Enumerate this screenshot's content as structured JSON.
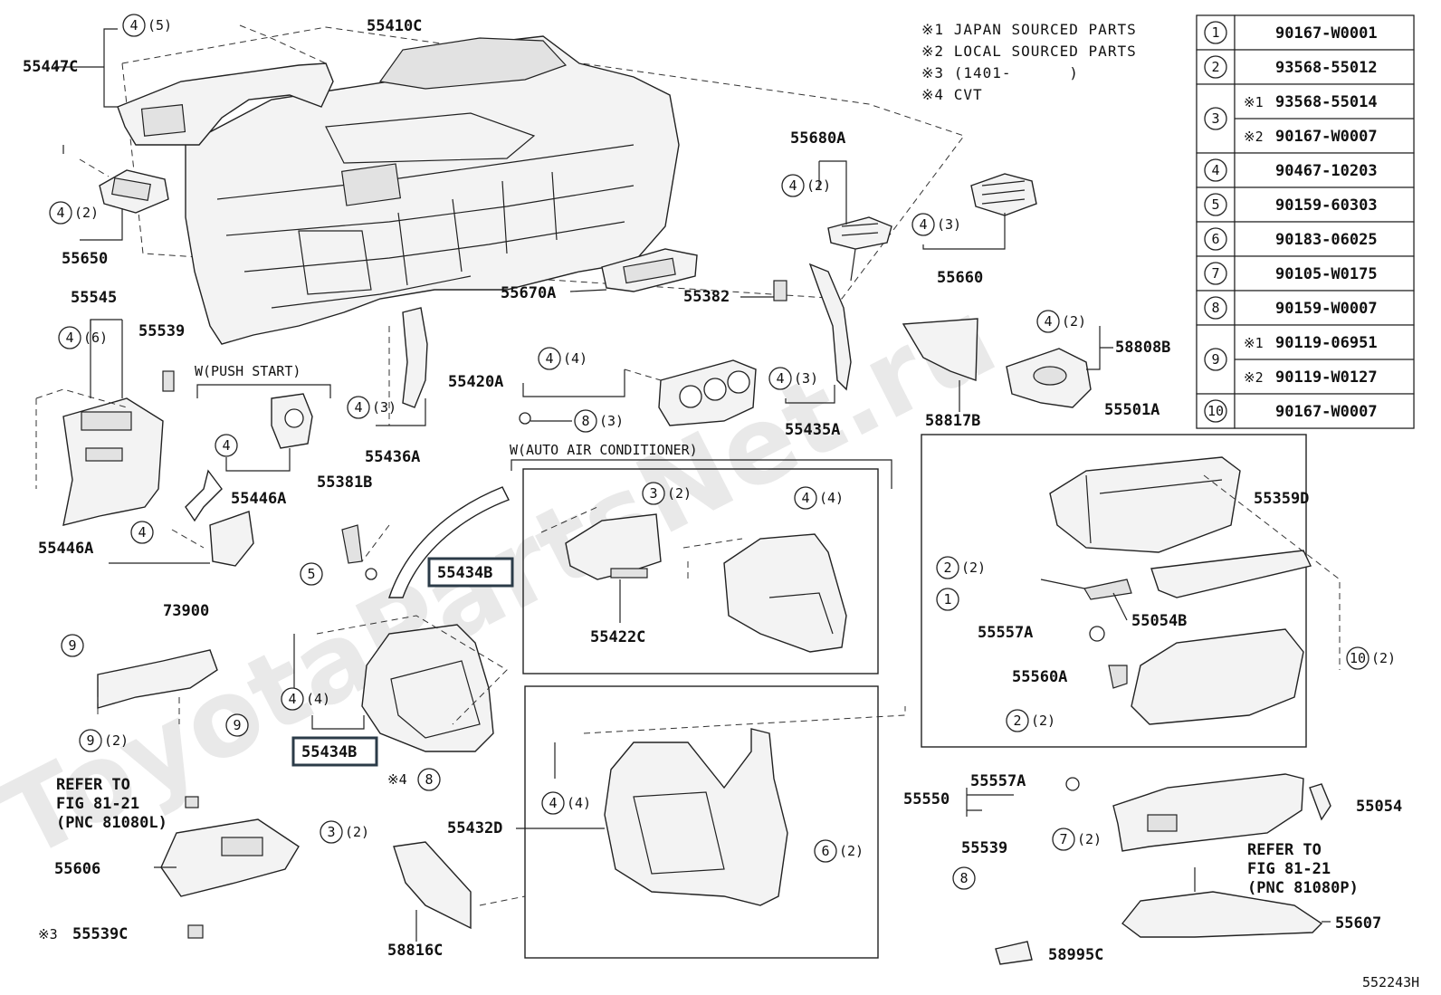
{
  "watermark": "ToyotaPartsNet.ru",
  "notes": [
    {
      "mark": "※1",
      "text": "JAPAN  SOURCED  PARTS"
    },
    {
      "mark": "※2",
      "text": "LOCAL  SOURCED  PARTS"
    },
    {
      "mark": "※3",
      "text": "(1401-      )"
    },
    {
      "mark": "※4",
      "text": "CVT"
    }
  ],
  "table": [
    {
      "num": "1",
      "rows": [
        {
          "mark": "",
          "part": "90167-W0001"
        }
      ]
    },
    {
      "num": "2",
      "rows": [
        {
          "mark": "",
          "part": "93568-55012"
        }
      ]
    },
    {
      "num": "3",
      "rows": [
        {
          "mark": "※1",
          "part": "93568-55014"
        },
        {
          "mark": "※2",
          "part": "90167-W0007"
        }
      ]
    },
    {
      "num": "4",
      "rows": [
        {
          "mark": "",
          "part": "90467-10203"
        }
      ]
    },
    {
      "num": "5",
      "rows": [
        {
          "mark": "",
          "part": "90159-60303"
        }
      ]
    },
    {
      "num": "6",
      "rows": [
        {
          "mark": "",
          "part": "90183-06025"
        }
      ]
    },
    {
      "num": "7",
      "rows": [
        {
          "mark": "",
          "part": "90105-W0175"
        }
      ]
    },
    {
      "num": "8",
      "rows": [
        {
          "mark": "",
          "part": "90159-W0007"
        }
      ]
    },
    {
      "num": "9",
      "rows": [
        {
          "mark": "※1",
          "part": "90119-06951"
        },
        {
          "mark": "※2",
          "part": "90119-W0127"
        }
      ]
    },
    {
      "num": "10",
      "rows": [
        {
          "mark": "",
          "part": "90167-W0007"
        }
      ]
    }
  ],
  "part_labels": {
    "p55410C": "55410C",
    "p55447C": "55447C",
    "p55650": "55650",
    "p55680A": "55680A",
    "p55660": "55660",
    "p55670A": "55670A",
    "p55382": "55382",
    "p55545": "55545",
    "p55539a": "55539",
    "p55446Aa": "55446A",
    "p55446Ab": "55446A",
    "p55436A": "55436A",
    "p55420A": "55420A",
    "p55435A": "55435A",
    "p58817B": "58817B",
    "p58808B": "58808B",
    "p55501A": "55501A",
    "p55381B": "55381B",
    "p55434Ba": "55434B",
    "p55434Bb": "55434B",
    "p55422C": "55422C",
    "p55359D": "55359D",
    "p55054B": "55054B",
    "p55557Aa": "55557A",
    "p55560A": "55560A",
    "p73900": "73900",
    "p55432D": "55432D",
    "p55550": "55550",
    "p55557Ab": "55557A",
    "p55054": "55054",
    "p55539b": "55539",
    "p55606": "55606",
    "p55539C": "55539C",
    "p58816C": "58816C",
    "p58995C": "58995C",
    "p55607": "55607"
  },
  "callouts": {
    "c45": {
      "n": "4",
      "q": "(5)"
    },
    "c42a": {
      "n": "4",
      "q": "(2)"
    },
    "c42b": {
      "n": "4",
      "q": "(2)"
    },
    "c43a": {
      "n": "4",
      "q": "(3)"
    },
    "c46": {
      "n": "4",
      "q": "(6)"
    },
    "c4a": {
      "n": "4",
      "q": ""
    },
    "c4b": {
      "n": "4",
      "q": ""
    },
    "c43b": {
      "n": "4",
      "q": "(3)"
    },
    "c44a": {
      "n": "4",
      "q": "(4)"
    },
    "c43c": {
      "n": "4",
      "q": "(3)"
    },
    "c42c": {
      "n": "4",
      "q": "(2)"
    },
    "c83": {
      "n": "8",
      "q": "(3)"
    },
    "c32a": {
      "n": "3",
      "q": "(2)"
    },
    "c44b": {
      "n": "4",
      "q": "(4)"
    },
    "c5": {
      "n": "5",
      "q": ""
    },
    "c22a": {
      "n": "2",
      "q": "(2)"
    },
    "c1": {
      "n": "1",
      "q": ""
    },
    "c102": {
      "n": "10",
      "q": "(2)"
    },
    "c22b": {
      "n": "2",
      "q": "(2)"
    },
    "c9a": {
      "n": "9",
      "q": ""
    },
    "c9b": {
      "n": "9",
      "q": ""
    },
    "c92": {
      "n": "9",
      "q": "(2)"
    },
    "c44c": {
      "n": "4",
      "q": "(4)"
    },
    "c8a": {
      "n": "8",
      "q": ""
    },
    "c44d": {
      "n": "4",
      "q": "(4)"
    },
    "c32b": {
      "n": "3",
      "q": "(2)"
    },
    "c62": {
      "n": "6",
      "q": "(2)"
    },
    "c72": {
      "n": "7",
      "q": "(2)"
    },
    "c8b": {
      "n": "8",
      "q": ""
    }
  },
  "texts": {
    "push_start": "W(PUSH START)",
    "auto_air": "W(AUTO AIR CONDITIONER)",
    "refer_l_1": "REFER TO",
    "refer_l_2": "FIG 81-21",
    "refer_l_3": "(PNC 81080L)",
    "refer_r_1": "REFER TO",
    "refer_r_2": "FIG 81-21",
    "refer_r_3": "(PNC 81080P)",
    "mark4": "※4",
    "mark3": "※3",
    "ref_id": "552243H"
  }
}
